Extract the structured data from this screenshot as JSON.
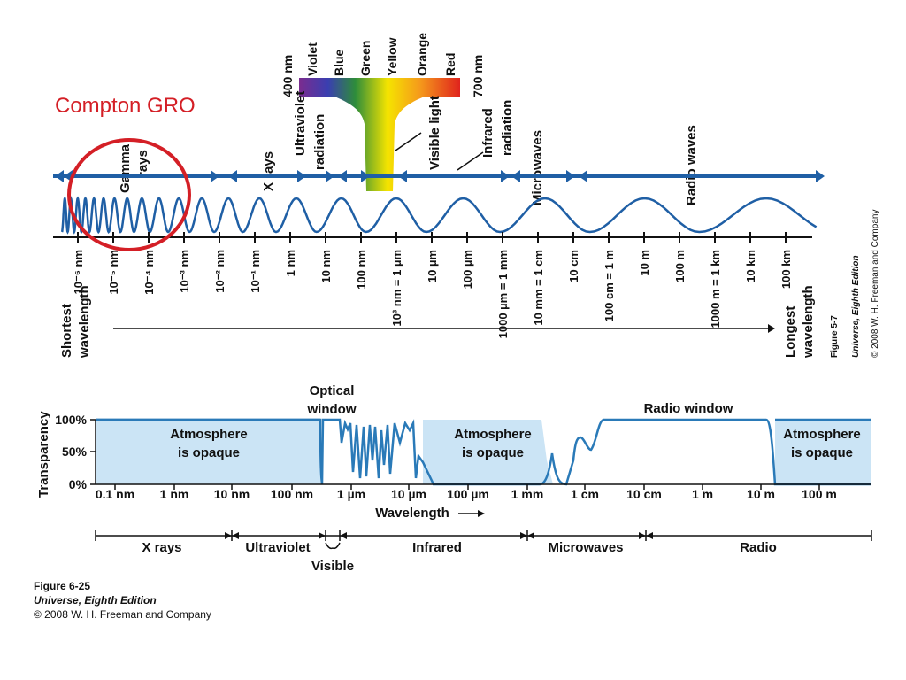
{
  "annotation": "Compton GRO",
  "top": {
    "bands": [
      "Gamma rays",
      "X rays",
      "Ultraviolet radiation",
      "Visible light",
      "Infrared radiation",
      "Microwaves",
      "Radio waves"
    ],
    "visible_colors": [
      "Violet",
      "Blue",
      "Green",
      "Yellow",
      "Orange",
      "Red"
    ],
    "visible_ends": [
      "400 nm",
      "700 nm"
    ],
    "ticks": [
      "10⁻⁶ nm",
      "10⁻⁵ nm",
      "10⁻⁴ nm",
      "10⁻³ nm",
      "10⁻² nm",
      "10⁻¹ nm",
      "1 nm",
      "10 nm",
      "100 nm",
      "10³ nm = 1 µm",
      "10 µm",
      "100 µm",
      "1000 µm = 1 mm",
      "10 mm = 1 cm",
      "10 cm",
      "100 cm = 1 m",
      "10 m",
      "100 m",
      "1000 m = 1 km",
      "10 km",
      "100 km"
    ],
    "shortest": [
      "Shortest",
      "wavelength"
    ],
    "longest": [
      "Longest",
      "wavelength"
    ],
    "credit_top": [
      "Figure 5-7",
      "Universe, Eighth Edition",
      "© 2008 W. H. Freeman and Company"
    ]
  },
  "bottom": {
    "ylabel": "Transparency",
    "yticks": [
      "100%",
      "50%",
      "0%"
    ],
    "xticks": [
      "0.1 nm",
      "1 nm",
      "10 nm",
      "100 nm",
      "1 µm",
      "10 µm",
      "100 µm",
      "1 mm",
      "1 cm",
      "10 cm",
      "1 m",
      "10 m",
      "100 m"
    ],
    "xlabel": "Wavelength",
    "optical_window": [
      "Optical",
      "window"
    ],
    "radio_window": "Radio window",
    "opaque_labels": [
      [
        "Atmosphere",
        "is opaque"
      ],
      [
        "Atmosphere",
        "is opaque"
      ],
      [
        "Atmosphere",
        "is opaque"
      ]
    ],
    "regions": [
      "X rays",
      "Ultraviolet",
      "Visible",
      "Infrared",
      "Microwaves",
      "Radio"
    ]
  },
  "caption": {
    "figure": "Figure 6-25",
    "book": "Universe, Eighth Edition",
    "copyright": "© 2008 W. H. Freeman and Company"
  },
  "colors": {
    "blue": "#1f5fa5",
    "fill": "#cbe4f5",
    "curve": "#2a7ab8",
    "red": "#d41f26"
  }
}
